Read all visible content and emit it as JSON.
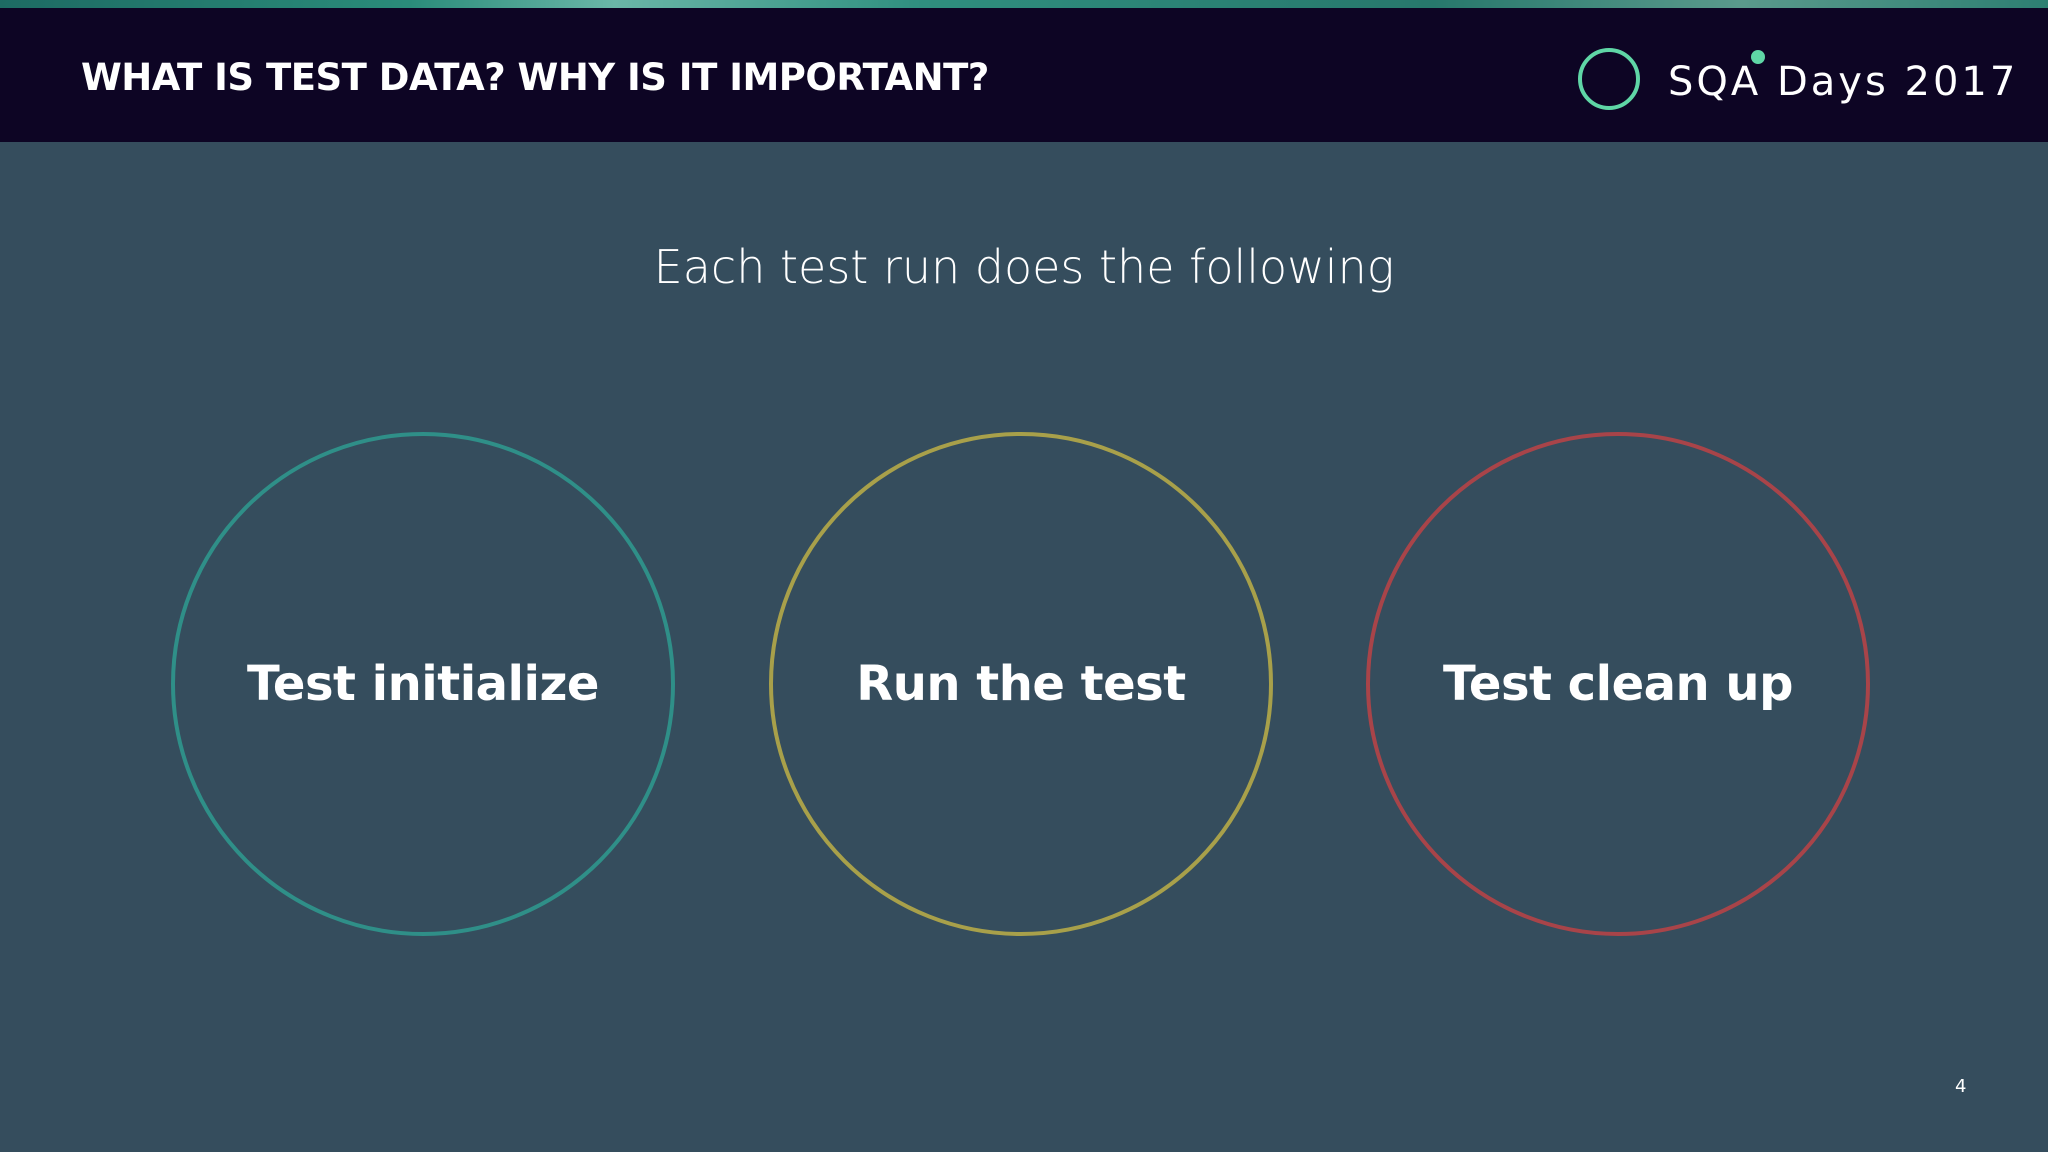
{
  "header": {
    "title": "WHAT IS TEST DATA? WHY IS IT IMPORTANT?",
    "logo_text": "SQA Days 2017"
  },
  "main": {
    "subtitle": "Each test run does the following",
    "steps": [
      {
        "label": "Test initialize",
        "color": "#2f8f88"
      },
      {
        "label": "Run the test",
        "color": "#a8a04a"
      },
      {
        "label": "Test clean up",
        "color": "#a84449"
      }
    ]
  },
  "footer": {
    "page_number": "4"
  },
  "colors": {
    "background": "#354d5d",
    "header_background": "#0d0524",
    "logo_accent": "#5fd6a6"
  }
}
